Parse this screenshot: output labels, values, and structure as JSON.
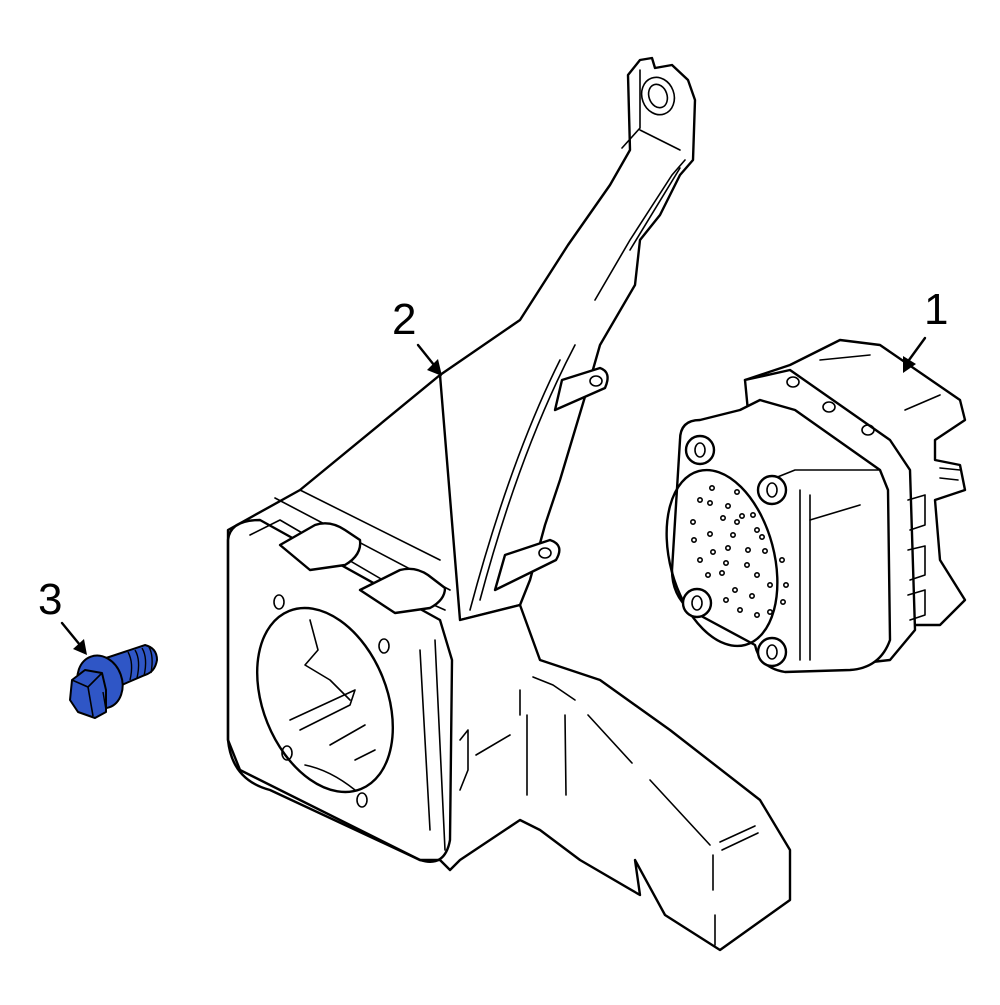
{
  "diagram": {
    "title": "Parts exploded view",
    "background": "#ffffff",
    "line_color": "#000000",
    "highlight_color": "#2f56c6",
    "callouts": [
      {
        "id": "1",
        "label": "1",
        "part": "electronic-control-module"
      },
      {
        "id": "2",
        "label": "2",
        "part": "mounting-bracket"
      },
      {
        "id": "3",
        "label": "3",
        "part": "flange-bolt",
        "highlighted": true
      }
    ]
  }
}
